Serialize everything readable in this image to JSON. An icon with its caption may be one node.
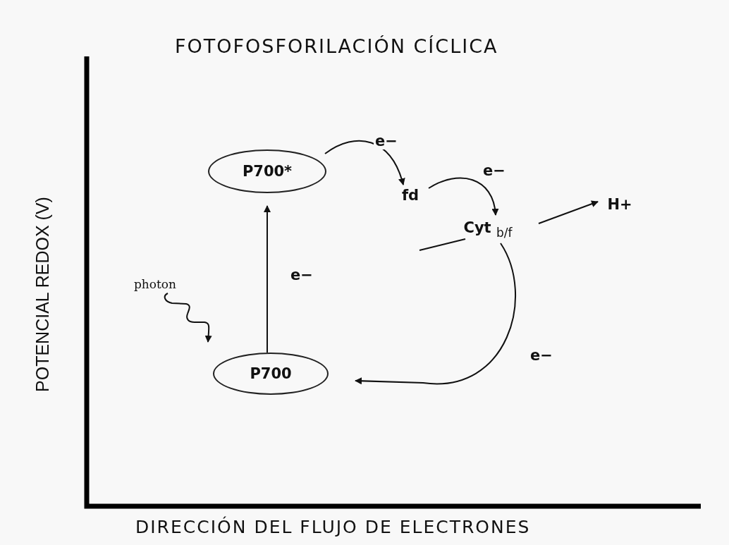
{
  "diagram": {
    "title": "FOTOFOSFORILACIÓN CÍCLICA",
    "nodes": [
      {
        "text": [
          "P700*"
        ]
      },
      {
        "text": [
          "fd"
        ]
      },
      {
        "text": [
          "Cyt $_{b/f}$"
        ]
      },
      {
        "text": [
          "H+"
        ]
      },
      {
        "text": [
          "P700"
        ]
      },
      {
        "text": [
          "photon"
        ]
      }
    ],
    "edges": [
      {
        "from": 0,
        "to": 1,
        "arrow": "to",
        "label": "e−"
      },
      {
        "from": 1,
        "to": 2,
        "arrow": "to",
        "label": "e−"
      },
      {
        "from": 2,
        "to": 3,
        "arrow": "to"
      },
      {
        "from": 2,
        "to": 4,
        "arrow": "to",
        "label": "e−"
      },
      {
        "from": 4,
        "to": 0,
        "arrow": "to",
        "label": "e−"
      },
      {
        "from": 5,
        "to": 4,
        "arrow": "to"
      }
    ],
    "labels": [
      "POTENCIAL REDOX (V)",
      "DIRECCIÓN DEL FLUJO DE ELECTRONES"
    ]
  }
}
